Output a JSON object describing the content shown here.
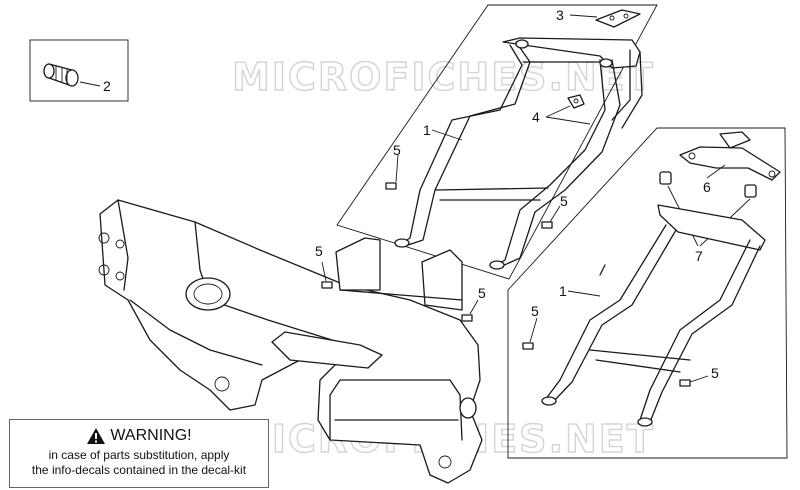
{
  "watermarks": [
    "MICROFICHES.NET",
    "MICROFICHES.NET"
  ],
  "callouts": {
    "c1_top": "1",
    "c1_right": "1",
    "c2": "2",
    "c3": "3",
    "c4": "4",
    "c5_a": "5",
    "c5_b": "5",
    "c5_c": "5",
    "c5_d": "5",
    "c5_e": "5",
    "c5_f": "5",
    "c6": "6",
    "c7": "7"
  },
  "warning": {
    "icon": "warning-triangle-icon",
    "title": "WARNING!",
    "line1": "in case of parts substitution, apply",
    "line2": "the info-decals contained in the decal-kit"
  }
}
